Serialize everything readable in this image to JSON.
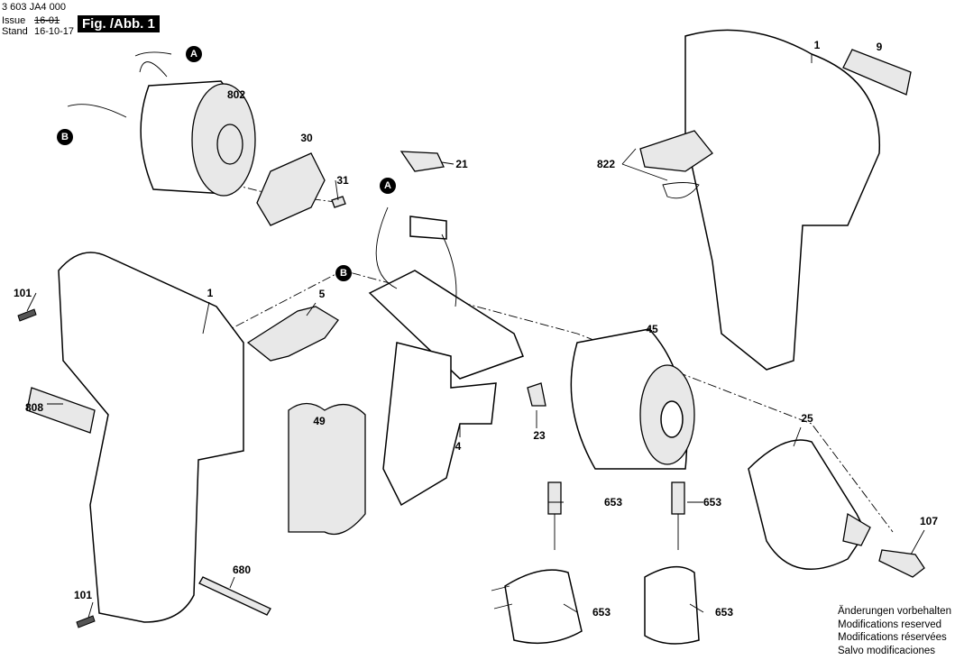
{
  "header": {
    "part_number": "3 603 JA4 000",
    "issue_label": "Issue",
    "stand_label": "Stand",
    "issue_old": "16-01",
    "issue_date": "16-10-17",
    "figure_label": "Fig. /Abb. 1"
  },
  "parts": [
    "A",
    "B",
    "802",
    "30",
    "31",
    "21",
    "A",
    "B",
    "1",
    "9",
    "822",
    "101",
    "1",
    "5",
    "808",
    "49",
    "4",
    "23",
    "45",
    "25",
    "653",
    "653",
    "107",
    "680",
    "101",
    "653",
    "653"
  ],
  "notes": [
    "Änderungen vorbehalten",
    "Modifications reserved",
    "Modifications réservées",
    "Salvo modificaciones"
  ]
}
